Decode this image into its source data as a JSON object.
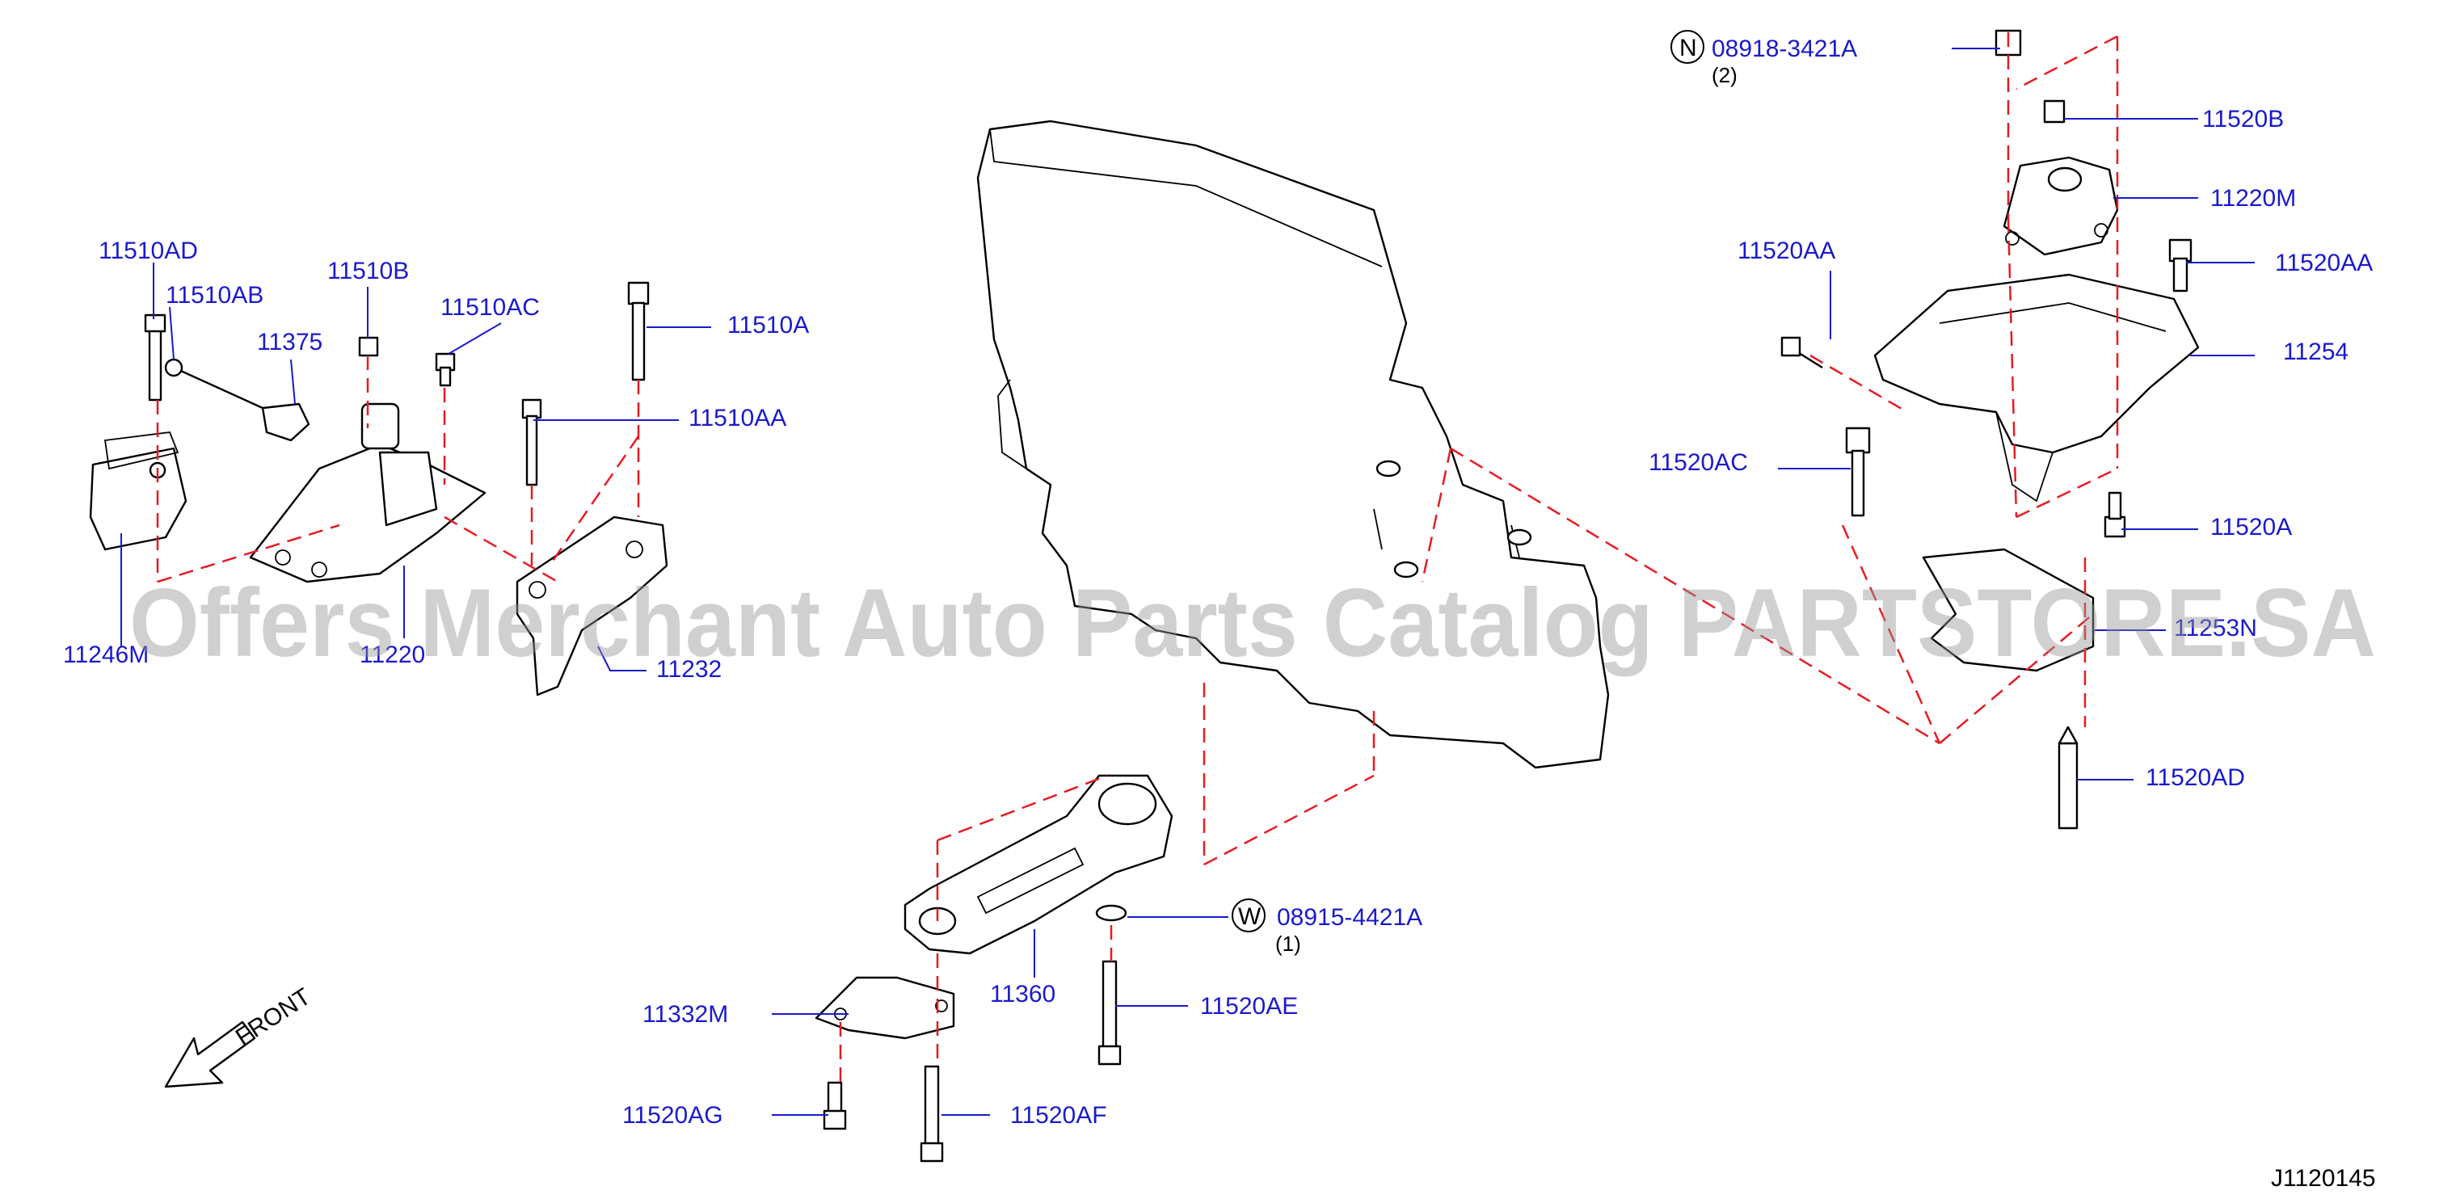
{
  "diagram_id": "J1120145",
  "watermark": "Offers Merchant Auto Parts Catalog PARTSTORE.SA",
  "front_label": "FRONT",
  "colors": {
    "label": "#1a1acc",
    "dash": "#e51c23",
    "watermark": "#969696"
  },
  "labels": {
    "p11510AD": "11510AD",
    "p11510AB": "11510AB",
    "p11375": "11375",
    "p11510B": "11510B",
    "p11510AC": "11510AC",
    "p11510A": "11510A",
    "p11510AA": "11510AA",
    "p11246M": "11246M",
    "p11220": "11220",
    "p11232": "11232",
    "p08918": "08918-3421A",
    "p08918_qty": "(2)",
    "p08918_symbol": "N",
    "p11520B": "11520B",
    "p11220M": "11220M",
    "p11520AA_l": "11520AA",
    "p11520AA_r": "11520AA",
    "p11254": "11254",
    "p11520AC": "11520AC",
    "p11520A": "11520A",
    "p11253N": "11253N",
    "p11520AD": "11520AD",
    "p08915": "08915-4421A",
    "p08915_qty": "(1)",
    "p08915_symbol": "W",
    "p11360": "11360",
    "p11520AE": "11520AE",
    "p11332M": "11332M",
    "p11520AG": "11520AG",
    "p11520AF": "11520AF"
  }
}
